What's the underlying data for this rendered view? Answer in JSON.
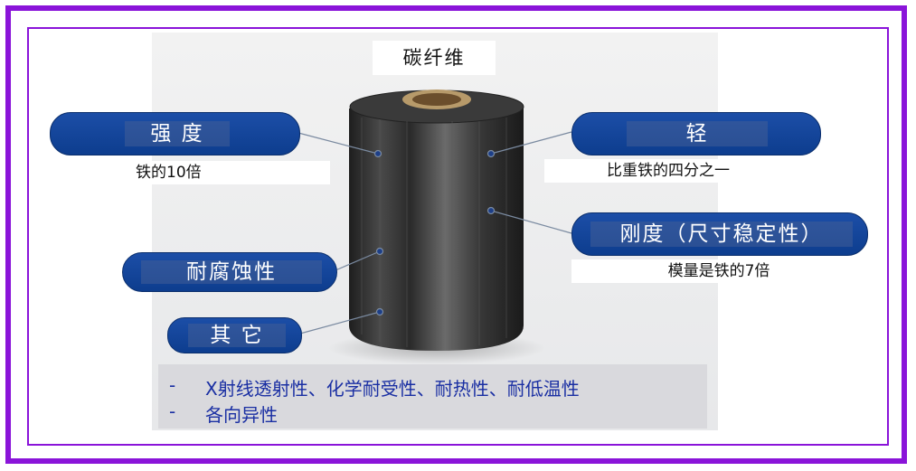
{
  "title": "碳纤维",
  "features": {
    "strength": {
      "label": "强 度",
      "detail": "铁的10倍"
    },
    "light": {
      "label": "轻",
      "detail": "比重铁的四分之一"
    },
    "corrosion": {
      "label": "耐腐蚀性"
    },
    "rigidity": {
      "label": "刚度（尺寸稳定性）",
      "detail": "模量是铁的7倍"
    },
    "other": {
      "label": "其 它"
    }
  },
  "other_properties": [
    {
      "dash": "-",
      "text": "X射线透射性、化学耐受性、耐热性、耐低温性"
    },
    {
      "dash": "-",
      "text": "各向异性"
    }
  ],
  "colors": {
    "frame": "#8a14d9",
    "pill": "#0d3d8e",
    "props_text": "#1a2fa3"
  }
}
